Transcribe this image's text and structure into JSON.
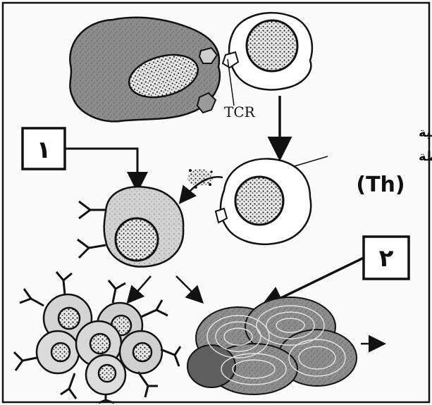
{
  "labels": {
    "tcr": "TCR",
    "th_line1": "خليّة لمفاوية تائية",
    "th_line2": "مساعدة مُنشّطة",
    "th_abbr": "(Th)"
  },
  "boxes": {
    "box1": "١",
    "box2": "٢"
  },
  "colors": {
    "ink": "#111111",
    "cell_fill": "#d9d9d9",
    "apc_fill": "#8a8a8a",
    "plasma_fill": "#5a5a5a",
    "background": "#fbfbfb"
  }
}
